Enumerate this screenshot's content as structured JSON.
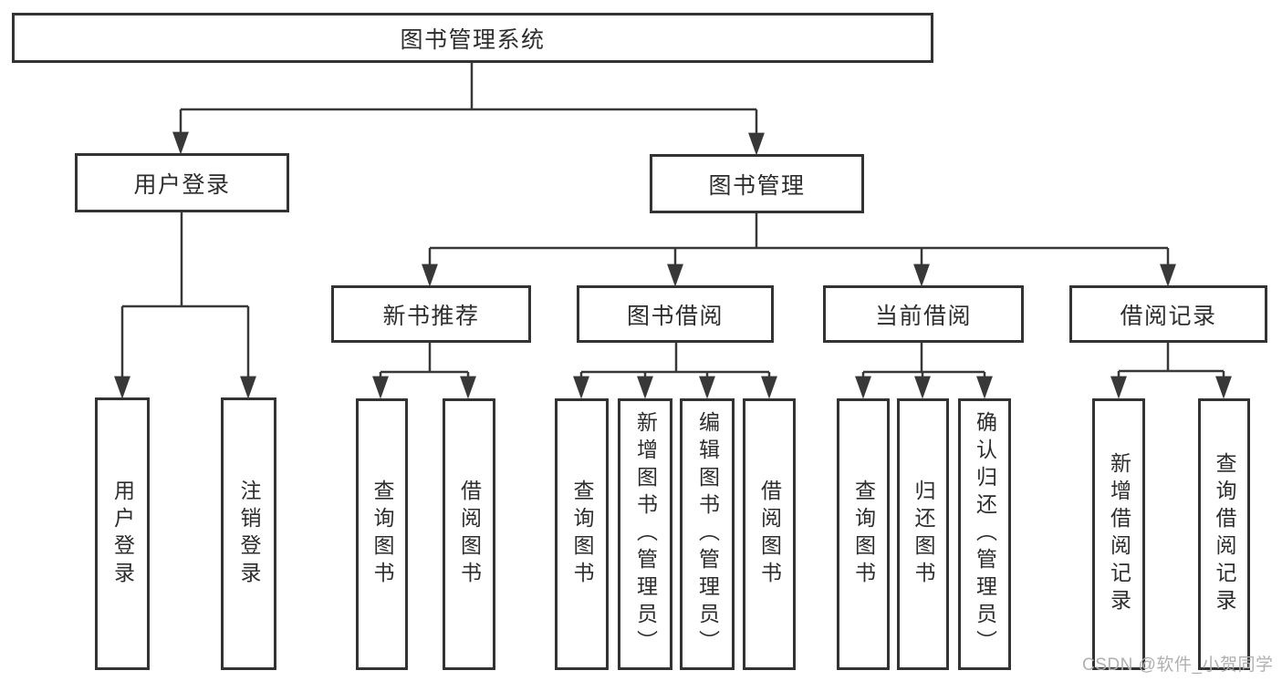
{
  "diagram": {
    "type": "hierarchy-tree",
    "tree": {
      "label": "图书管理系统",
      "children": [
        {
          "label": "用户登录",
          "children": [
            {
              "label": "用户登录"
            },
            {
              "label": "注销登录"
            }
          ]
        },
        {
          "label": "图书管理",
          "children": [
            {
              "label": "新书推荐",
              "children": [
                {
                  "label": "查询图书"
                },
                {
                  "label": "借阅图书"
                }
              ]
            },
            {
              "label": "图书借阅",
              "children": [
                {
                  "label": "查询图书"
                },
                {
                  "label": "新增图书（管理员）"
                },
                {
                  "label": "编辑图书（管理员）"
                },
                {
                  "label": "借阅图书"
                }
              ]
            },
            {
              "label": "当前借阅",
              "children": [
                {
                  "label": "查询图书"
                },
                {
                  "label": "归还图书"
                },
                {
                  "label": "确认归还（管理员）"
                }
              ]
            },
            {
              "label": "借阅记录",
              "children": [
                {
                  "label": "新增借阅记录"
                },
                {
                  "label": "查询借阅记录"
                }
              ]
            }
          ]
        }
      ]
    },
    "colors": {
      "line": "#383838",
      "box_border": "#333333",
      "text": "#2d2d2d",
      "background": "#ffffff",
      "watermark": "#b0b0b0"
    }
  },
  "watermark": {
    "text": "CSDN @软件_小贺同学"
  }
}
